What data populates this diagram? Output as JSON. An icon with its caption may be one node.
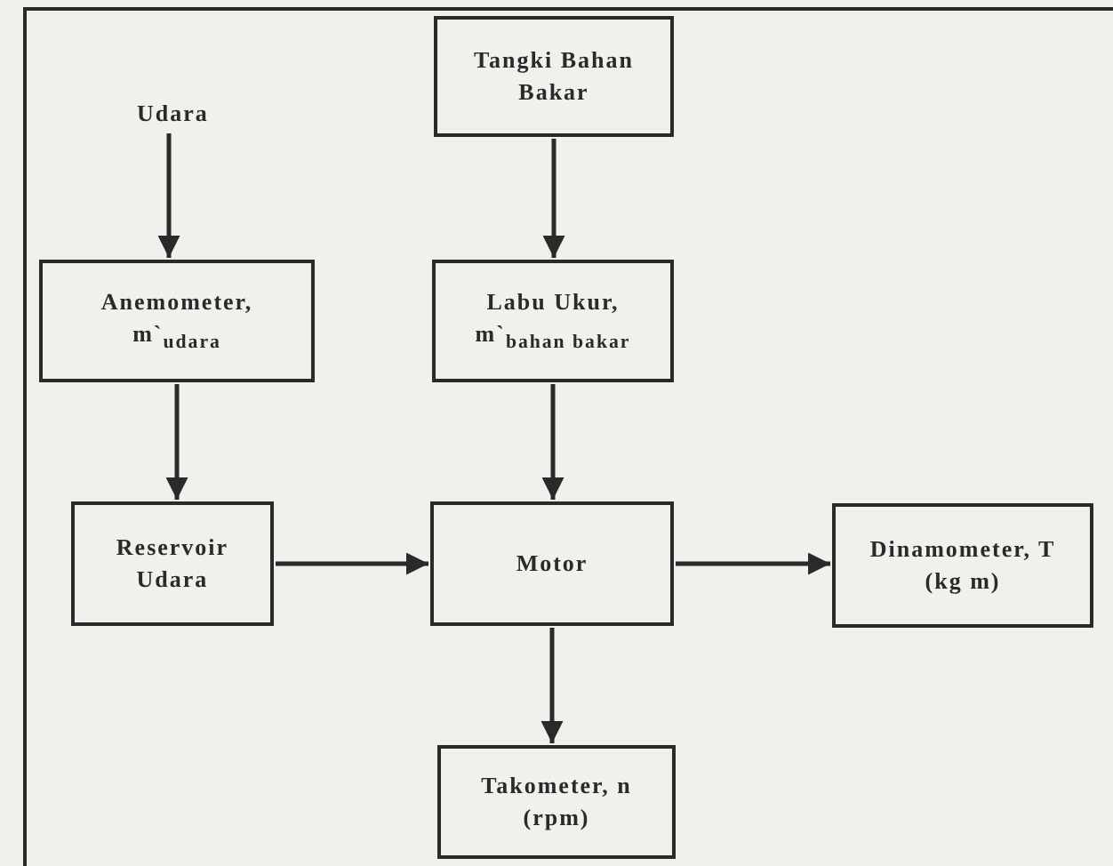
{
  "diagram": {
    "nodes": [
      {
        "text": [
          "Tangki Bahan Bakar"
        ]
      },
      {
        "text": [
          "Udara"
        ]
      },
      {
        "text": [
          "Anemometer, m`$_{udara}$"
        ]
      },
      {
        "text": [
          "Labu Ukur, m`$_{bahan bakar}$"
        ]
      },
      {
        "text": [
          "Reservoir Udara"
        ]
      },
      {
        "text": [
          "Motor"
        ]
      },
      {
        "text": [
          "Dinamometer, T (kg m)"
        ]
      },
      {
        "text": [
          "Takometer, n (rpm)"
        ]
      }
    ],
    "edges": [
      {
        "from": 1,
        "to": 2,
        "arrow": "to"
      },
      {
        "from": 0,
        "to": 3,
        "arrow": "to"
      },
      {
        "from": 2,
        "to": 4,
        "arrow": "to"
      },
      {
        "from": 3,
        "to": 5,
        "arrow": "to"
      },
      {
        "from": 4,
        "to": 5,
        "arrow": "to"
      },
      {
        "from": 5,
        "to": 6,
        "arrow": "to"
      },
      {
        "from": 5,
        "to": 7,
        "arrow": "to"
      }
    ]
  }
}
